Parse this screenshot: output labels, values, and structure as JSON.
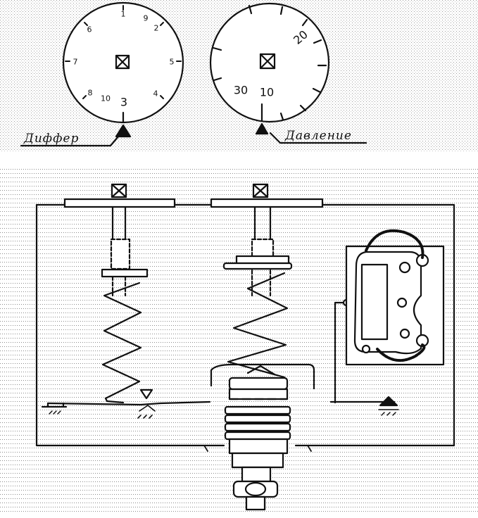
{
  "dials": {
    "left": {
      "label": "Диффер",
      "numbers": [
        "1",
        "2",
        "3",
        "4",
        "5",
        "6",
        "7",
        "8",
        "9",
        "10"
      ]
    },
    "right": {
      "label": "Давление",
      "numbers": [
        "10",
        "20",
        "30"
      ]
    }
  }
}
